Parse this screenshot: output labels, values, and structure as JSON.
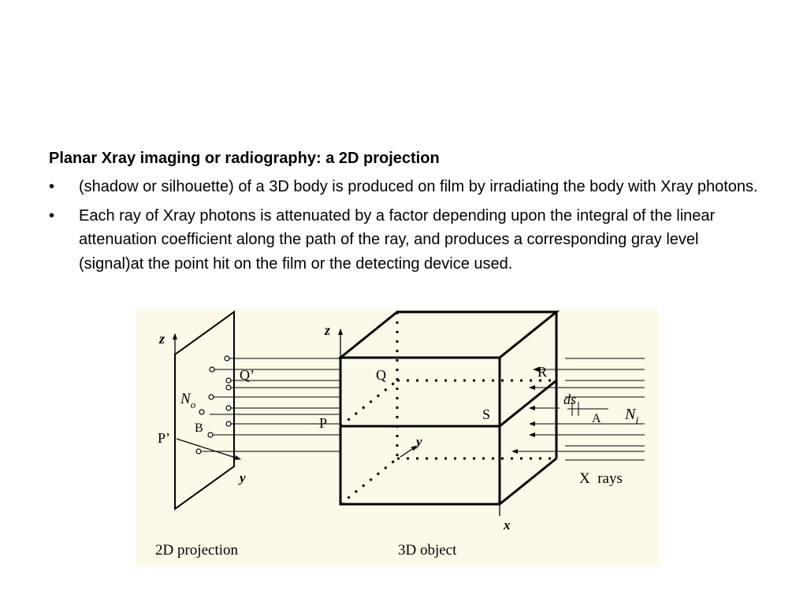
{
  "slide": {
    "title": "Planar Xray imaging or radiography: a 2D projection",
    "bullets": [
      {
        "mark": "•",
        "text": "(shadow or silhouette) of a 3D body is produced on film by irradiating the body with Xray photons."
      },
      {
        "mark": "•",
        "text": "Each ray of Xray photons is attenuated by a factor depending upon the integral of the linear attenuation coefficient along the path of the ray, and produces a corresponding gray level (signal)at the point hit on the film or the detecting device used."
      }
    ]
  },
  "figure": {
    "background_color": "#fcf9e8",
    "labels": {
      "z_left": "z",
      "z_cube": "z",
      "y_left": "y",
      "y_cube": "y",
      "x_cube": "x",
      "q_prime": "Q’",
      "p_prime": "P’",
      "b": "B",
      "n": "N",
      "n_sub": "o",
      "q": "Q",
      "p": "P",
      "s": "S",
      "r": "R",
      "a": "A",
      "ds": "ds",
      "ni": "N",
      "ni_sub": "i",
      "xrays": "X  rays",
      "caption_2d": "2D projection",
      "caption_3d": "3D object"
    }
  }
}
